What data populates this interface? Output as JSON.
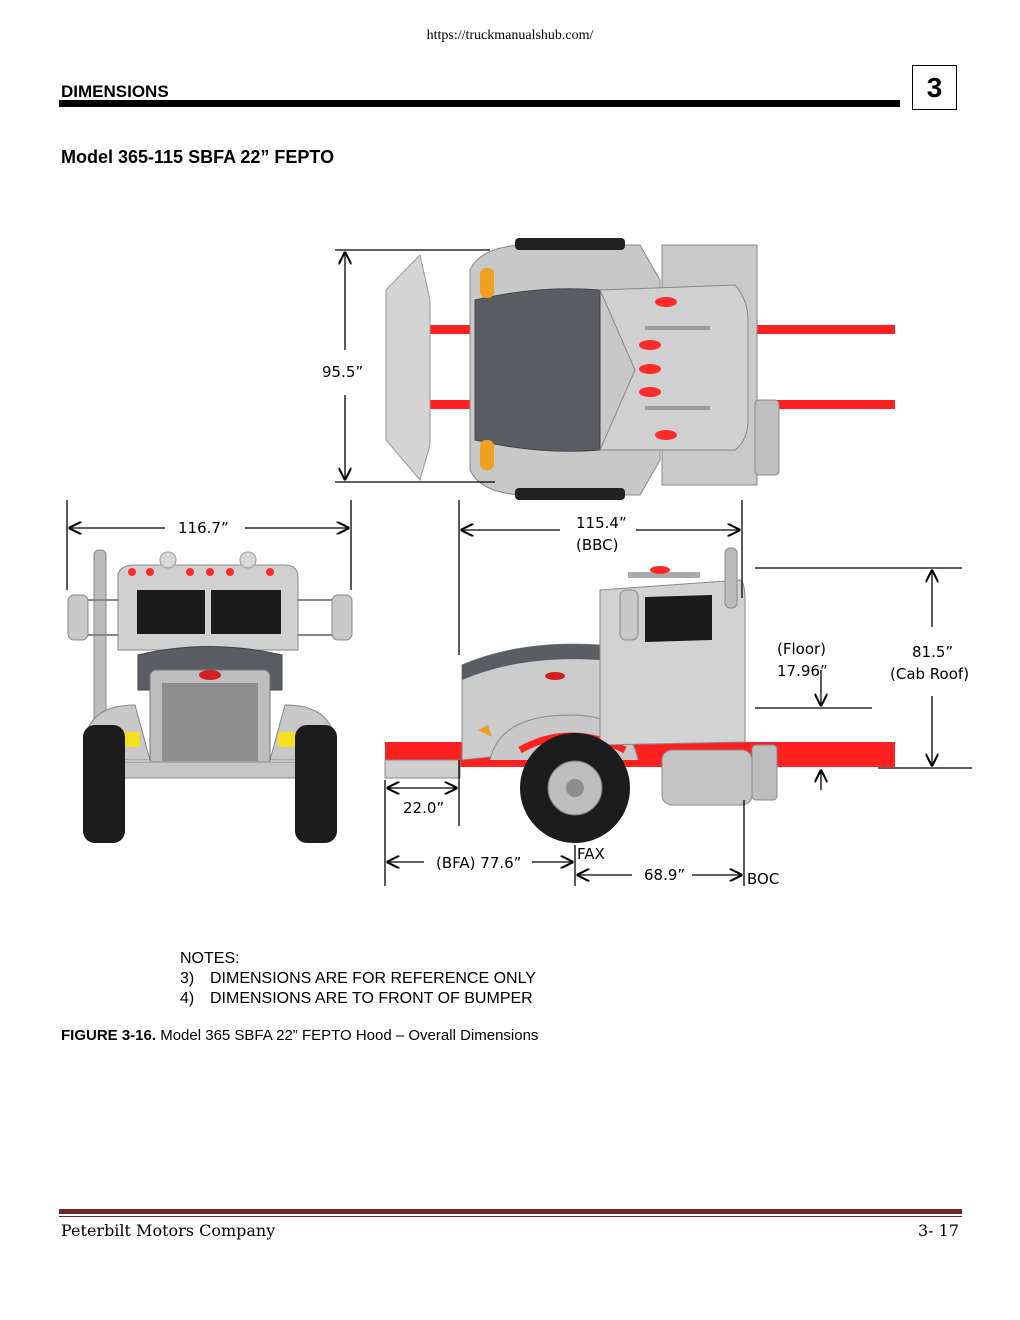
{
  "header": {
    "url": "https://truckmanualshub.com/",
    "section_title": "DIMENSIONS",
    "section_number": "3"
  },
  "model_title": "Model 365-115 SBFA 22” FEPTO",
  "dimensions": {
    "width_top": "95.5”",
    "width_front": "116.7”",
    "bbc_value": "115.4”",
    "bbc_label": "(BBC)",
    "floor_label": "(Floor)",
    "floor_value": "17.96”",
    "cab_roof_value": "81.5”",
    "cab_roof_label": "(Cab Roof)",
    "bumper_value": "22.0”",
    "bfa_value": "(BFA) 77.6”",
    "fax_label": "FAX",
    "boc_value": "68.9”",
    "boc_label": "BOC"
  },
  "notes": {
    "heading": "NOTES:",
    "items": [
      {
        "num": "3)",
        "text": "DIMENSIONS ARE FOR REFERENCE ONLY"
      },
      {
        "num": "4)",
        "text": "DIMENSIONS ARE TO FRONT OF BUMPER"
      }
    ]
  },
  "caption": {
    "label": "FIGURE 3-16.",
    "text": " Model 365 SBFA 22” FEPTO Hood – Overall Dimensions"
  },
  "footer": {
    "company": "Peterbilt Motors Company",
    "page": "3- 17"
  },
  "colors": {
    "frame_red": "#ff2020",
    "body_gray": "#c8c8c8",
    "hood_dark": "#5a5e63",
    "footer_rule": "#6b2a2a"
  }
}
